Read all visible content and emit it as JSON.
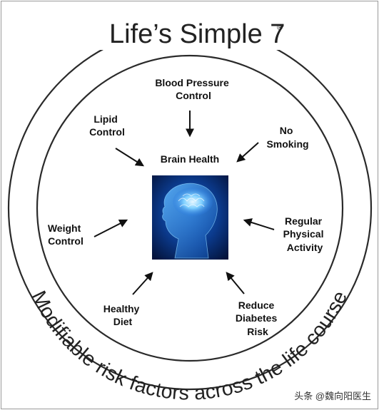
{
  "title": "Life’s Simple 7",
  "title_mark": "®",
  "center_label": "Brain Health",
  "arc_caption": "Modifiable risk factors across the life course",
  "factors": {
    "blood_pressure": [
      "Blood Pressure",
      "Control"
    ],
    "lipid": [
      "Lipid",
      "Control"
    ],
    "smoking": [
      "No",
      "Smoking"
    ],
    "weight": [
      "Weight",
      "Control"
    ],
    "activity": [
      "Regular",
      "Physical",
      "Activity"
    ],
    "diet": [
      "Healthy",
      "Diet"
    ],
    "diabetes": [
      "Reduce",
      "Diabetes",
      "Risk"
    ]
  },
  "center_image": "glowing blue brain-in-head illustration",
  "watermark": "头条 @魏向阳医生",
  "colors": {
    "ring": "#2a2a2a",
    "arrow": "#111111",
    "brain_bg": "#0a2a6a",
    "brain_glow": "#7fd0ff"
  }
}
